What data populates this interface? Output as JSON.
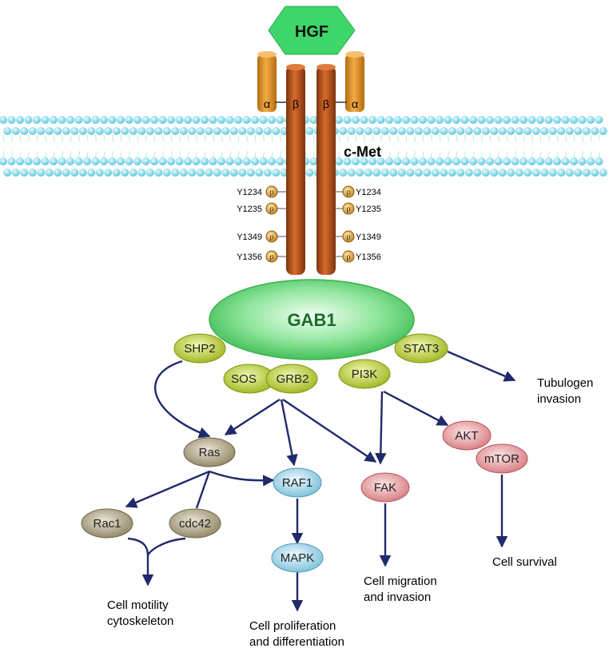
{
  "ligand": {
    "label": "HGF",
    "color": "#3ed66a"
  },
  "receptor": {
    "label": "c-Met",
    "alpha_label": "α",
    "beta_label": "β",
    "alpha_color": "#e89a2a",
    "beta_color": "#b7531a",
    "phospho_symbol": "p",
    "sites_left": [
      "Y1234",
      "Y1235",
      "Y1349",
      "Y1356"
    ],
    "sites_right": [
      "Y1234",
      "Y1235",
      "Y1349",
      "Y1356"
    ]
  },
  "membrane": {
    "head_color": "#7fd8e6"
  },
  "adaptor": {
    "label": "GAB1",
    "color": "#7ee08f",
    "text_color": "#1c6b2b"
  },
  "nodes": {
    "shp2": {
      "label": "SHP2"
    },
    "sos": {
      "label": "SOS"
    },
    "grb2": {
      "label": "GRB2"
    },
    "pi3k": {
      "label": "PI3K"
    },
    "stat3": {
      "label": "STAT3"
    },
    "ras": {
      "label": "Ras"
    },
    "raf1": {
      "label": "RAF1"
    },
    "fak": {
      "label": "FAK"
    },
    "akt": {
      "label": "AKT"
    },
    "mtor": {
      "label": "mTOR"
    },
    "rac1": {
      "label": "Rac1"
    },
    "cdc42": {
      "label": "cdc42"
    },
    "mapk": {
      "label": "MAPK"
    }
  },
  "node_colors": {
    "yellow_green": "#c8d94a",
    "olive": "#b3a98a",
    "blue": "#a8d8ea",
    "pink": "#e9a0a4"
  },
  "outcomes": {
    "tubulogen": [
      "Tubulogen",
      "invasion"
    ],
    "motility": [
      "Cell motility",
      "cytoskeleton"
    ],
    "proliferation": [
      "Cell proliferation",
      "and differentiation"
    ],
    "migration": [
      "Cell migration",
      "and invasion"
    ],
    "survival": [
      "Cell survival"
    ]
  }
}
